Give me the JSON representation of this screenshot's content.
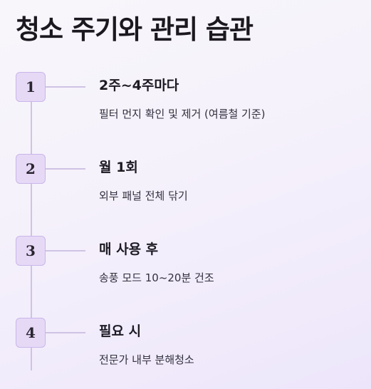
{
  "title": "청소 주기와 관리 습관",
  "steps": [
    {
      "number": "1",
      "title": "2주~4주마다",
      "desc": "필터 먼지 확인 및 제거 (여름철 기준)"
    },
    {
      "number": "2",
      "title": "월 1회",
      "desc": "외부 패널 전체 닦기"
    },
    {
      "number": "3",
      "title": "매 사용 후",
      "desc": "송풍 모드 10~20분 건조"
    },
    {
      "number": "4",
      "title": "필요 시",
      "desc": "전문가 내부 분해청소"
    }
  ]
}
